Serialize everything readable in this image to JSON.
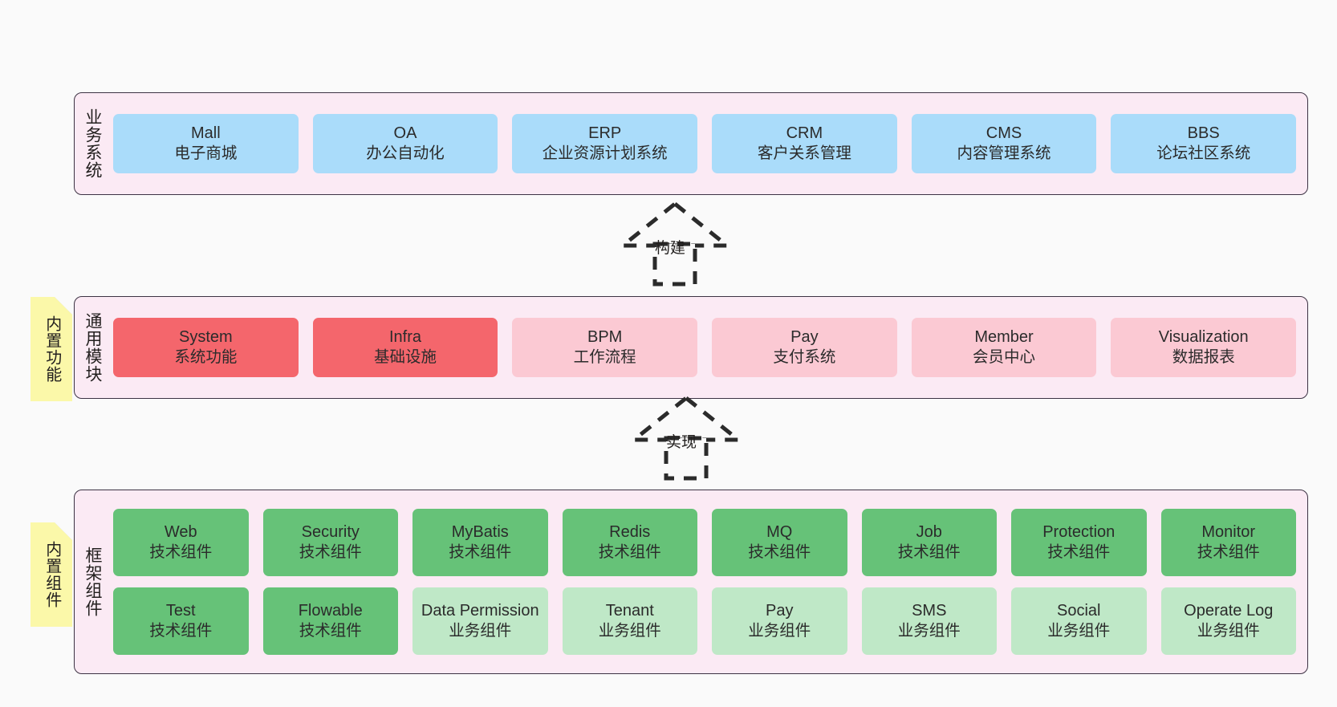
{
  "diagram": {
    "title_layers": {
      "business": "业务系统",
      "modules": "通用模块",
      "framework": "框架组件"
    },
    "sticky_notes": {
      "builtin_function": "内置功能",
      "builtin_component": "内置组件"
    },
    "arrows": {
      "build": "构建",
      "implement": "实现"
    },
    "colors": {
      "panel_bg": "#fbeaf4",
      "panel_border": "#3d3344",
      "blue": "#aadcfa",
      "red": "#f4666c",
      "pink": "#fbc9d3",
      "green": "#66c278",
      "green_light": "#bfe8c7",
      "sticky": "#fbf8a9",
      "canvas": "#fafafa"
    }
  },
  "business_systems": [
    {
      "name": "Mall",
      "desc": "电子商城",
      "color": "blue"
    },
    {
      "name": "OA",
      "desc": "办公自动化",
      "color": "blue"
    },
    {
      "name": "ERP",
      "desc": "企业资源计划系统",
      "color": "blue"
    },
    {
      "name": "CRM",
      "desc": "客户关系管理",
      "color": "blue"
    },
    {
      "name": "CMS",
      "desc": "内容管理系统",
      "color": "blue"
    },
    {
      "name": "BBS",
      "desc": "论坛社区系统",
      "color": "blue"
    }
  ],
  "common_modules": [
    {
      "name": "System",
      "desc": "系统功能",
      "color": "red"
    },
    {
      "name": "Infra",
      "desc": "基础设施",
      "color": "red"
    },
    {
      "name": "BPM",
      "desc": "工作流程",
      "color": "pink"
    },
    {
      "name": "Pay",
      "desc": "支付系统",
      "color": "pink"
    },
    {
      "name": "Member",
      "desc": "会员中心",
      "color": "pink"
    },
    {
      "name": "Visualization",
      "desc": "数据报表",
      "color": "pink"
    }
  ],
  "framework_components_row1": [
    {
      "name": "Web",
      "desc": "技术组件",
      "color": "green"
    },
    {
      "name": "Security",
      "desc": "技术组件",
      "color": "green"
    },
    {
      "name": "MyBatis",
      "desc": "技术组件",
      "color": "green"
    },
    {
      "name": "Redis",
      "desc": "技术组件",
      "color": "green"
    },
    {
      "name": "MQ",
      "desc": "技术组件",
      "color": "green"
    },
    {
      "name": "Job",
      "desc": "技术组件",
      "color": "green"
    },
    {
      "name": "Protection",
      "desc": "技术组件",
      "color": "green"
    },
    {
      "name": "Monitor",
      "desc": "技术组件",
      "color": "green"
    }
  ],
  "framework_components_row2": [
    {
      "name": "Test",
      "desc": "技术组件",
      "color": "green"
    },
    {
      "name": "Flowable",
      "desc": "技术组件",
      "color": "green"
    },
    {
      "name": "Data Permission",
      "desc": "业务组件",
      "color": "green_light"
    },
    {
      "name": "Tenant",
      "desc": "业务组件",
      "color": "green_light"
    },
    {
      "name": "Pay",
      "desc": "业务组件",
      "color": "green_light"
    },
    {
      "name": "SMS",
      "desc": "业务组件",
      "color": "green_light"
    },
    {
      "name": "Social",
      "desc": "业务组件",
      "color": "green_light"
    },
    {
      "name": "Operate Log",
      "desc": "业务组件",
      "color": "green_light"
    }
  ]
}
